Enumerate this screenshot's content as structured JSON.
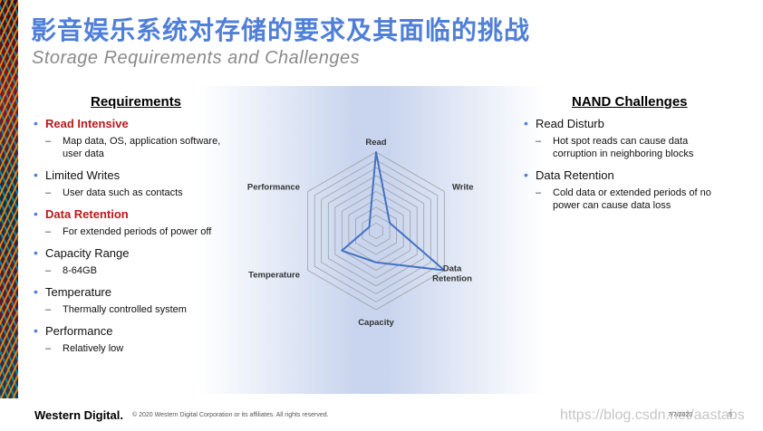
{
  "title_cn": "影音娱乐系统对存储的要求及其面临的挑战",
  "title_en": "Storage Requirements and Challenges",
  "requirements": {
    "heading": "Requirements",
    "items": [
      {
        "label": "Read Intensive",
        "highlight": true,
        "sub": "Map data, OS, application software, user data"
      },
      {
        "label": "Limited Writes",
        "highlight": false,
        "sub": "User data such as contacts"
      },
      {
        "label": "Data Retention",
        "highlight": true,
        "sub": "For extended periods of power off"
      },
      {
        "label": "Capacity Range",
        "highlight": false,
        "sub": "8-64GB"
      },
      {
        "label": "Temperature",
        "highlight": false,
        "sub": "Thermally controlled system"
      },
      {
        "label": "Performance",
        "highlight": false,
        "sub": "Relatively low"
      }
    ]
  },
  "nand": {
    "heading": "NAND Challenges",
    "items": [
      {
        "label": "Read Disturb",
        "sub": "Hot spot reads can cause data corruption in neighboring blocks"
      },
      {
        "label": "Data Retention",
        "sub": "Cold data or extended periods of no power can cause data loss"
      }
    ]
  },
  "chart_data": {
    "type": "radar",
    "axes": [
      "Read",
      "Write",
      "Data Retention",
      "Capacity",
      "Temperature",
      "Performance"
    ],
    "axis_label_lines": [
      [
        "Read"
      ],
      [
        "Write"
      ],
      [
        "Data",
        "Retention"
      ],
      [
        "Capacity"
      ],
      [
        "Temperature"
      ],
      [
        "Performance"
      ]
    ],
    "values": [
      10,
      2,
      10,
      4,
      5,
      1
    ],
    "max": 10,
    "rings": 10,
    "series_color": "#4472c4",
    "grid_color": "#a0a0a0"
  },
  "footer": {
    "logo": "Western Digital.",
    "copyright": "© 2020 Western Digital Corporation or its affiliates. All rights reserved.",
    "date": "7/7/2020",
    "page": "5"
  },
  "watermark": "https://blog.csdn.net/aastabs",
  "colors": {
    "title": "#4f7fd8",
    "bullet": "#4f7fd8",
    "highlight": "#b81a1a"
  }
}
